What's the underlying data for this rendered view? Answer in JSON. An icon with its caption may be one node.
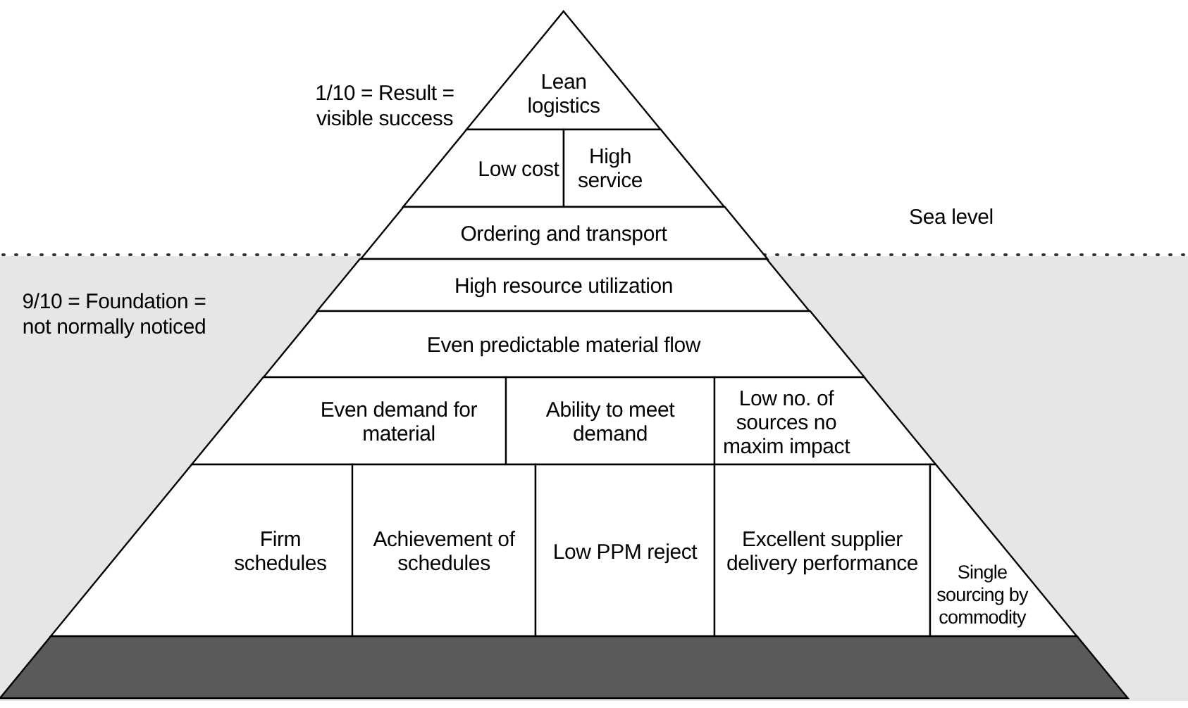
{
  "diagram": {
    "nodes": [
      {
        "text": [
          "Lean logistics"
        ]
      },
      {
        "text": [
          "Low cost"
        ]
      },
      {
        "text": [
          "High service"
        ]
      },
      {
        "text": [
          "Ordering and transport"
        ]
      },
      {
        "text": [
          "High resource utilization"
        ]
      },
      {
        "text": [
          "Even predictable material flow"
        ]
      },
      {
        "text": [
          "Even demand for material"
        ]
      },
      {
        "text": [
          "Ability to meet demand"
        ]
      },
      {
        "text": [
          "Low no. of sources no maxim impact"
        ]
      },
      {
        "text": [
          "Firm schedules"
        ]
      },
      {
        "text": [
          "Achievement of schedules"
        ]
      },
      {
        "text": [
          "Low PPM reject"
        ]
      },
      {
        "text": [
          "Excellent supplier delivery performance"
        ]
      },
      {
        "text": [
          "Single sourcing by commodity"
        ]
      },
      {
        "text": [],
        "shape": "bar"
      }
    ],
    "edges": [],
    "labels": [
      "1/10 = Result = visible success",
      "Sea level",
      "9/10 = Foundation = not normally noticed"
    ]
  }
}
